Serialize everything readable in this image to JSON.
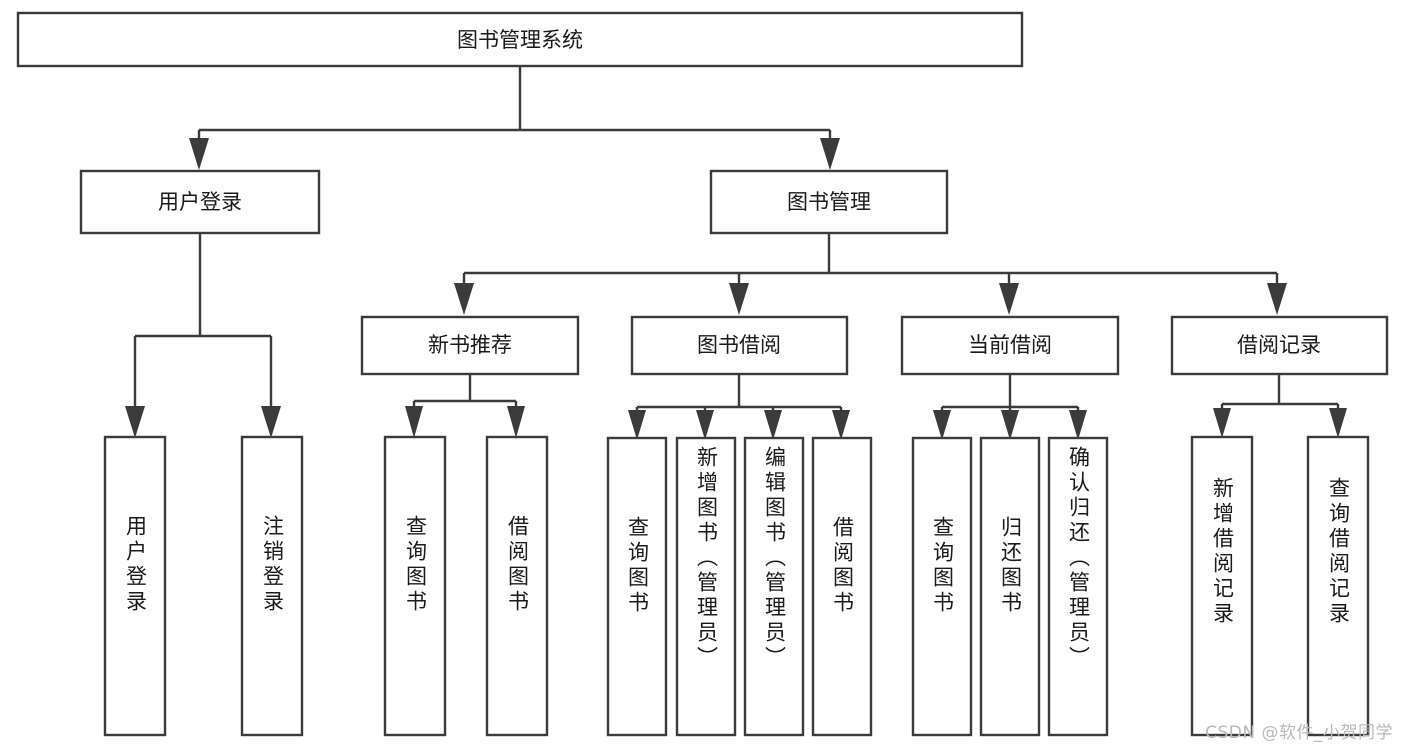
{
  "diagram": {
    "type": "tree",
    "title": "图书管理系统",
    "watermark": "CSDN @软件_小贺同学",
    "colors": {
      "stroke": "#3b3b3b",
      "fill": "#ffffff",
      "text": "#1a1a1a",
      "watermark": "#b9b9b9",
      "background": "#ffffff"
    },
    "root": {
      "label": "图书管理系统",
      "level": 0
    },
    "level1": [
      {
        "label": "用户登录"
      },
      {
        "label": "图书管理"
      }
    ],
    "level2": [
      {
        "label": "新书推荐"
      },
      {
        "label": "图书借阅"
      },
      {
        "label": "当前借阅"
      },
      {
        "label": "借阅记录"
      }
    ],
    "leaves": {
      "user_login": [
        {
          "label": "用户登录"
        },
        {
          "label": "注销登录"
        }
      ],
      "new_book_recommend": [
        {
          "label": "查询图书"
        },
        {
          "label": "借阅图书"
        }
      ],
      "book_borrow": [
        {
          "label": "查询图书"
        },
        {
          "label": "新增图书（管理员）"
        },
        {
          "label": "编辑图书（管理员）"
        },
        {
          "label": "借阅图书"
        }
      ],
      "current_borrow": [
        {
          "label": "查询图书"
        },
        {
          "label": "归还图书"
        },
        {
          "label": "确认归还（管理员）"
        }
      ],
      "borrow_record": [
        {
          "label": "新增借阅记录"
        },
        {
          "label": "查询借阅记录"
        }
      ]
    }
  }
}
